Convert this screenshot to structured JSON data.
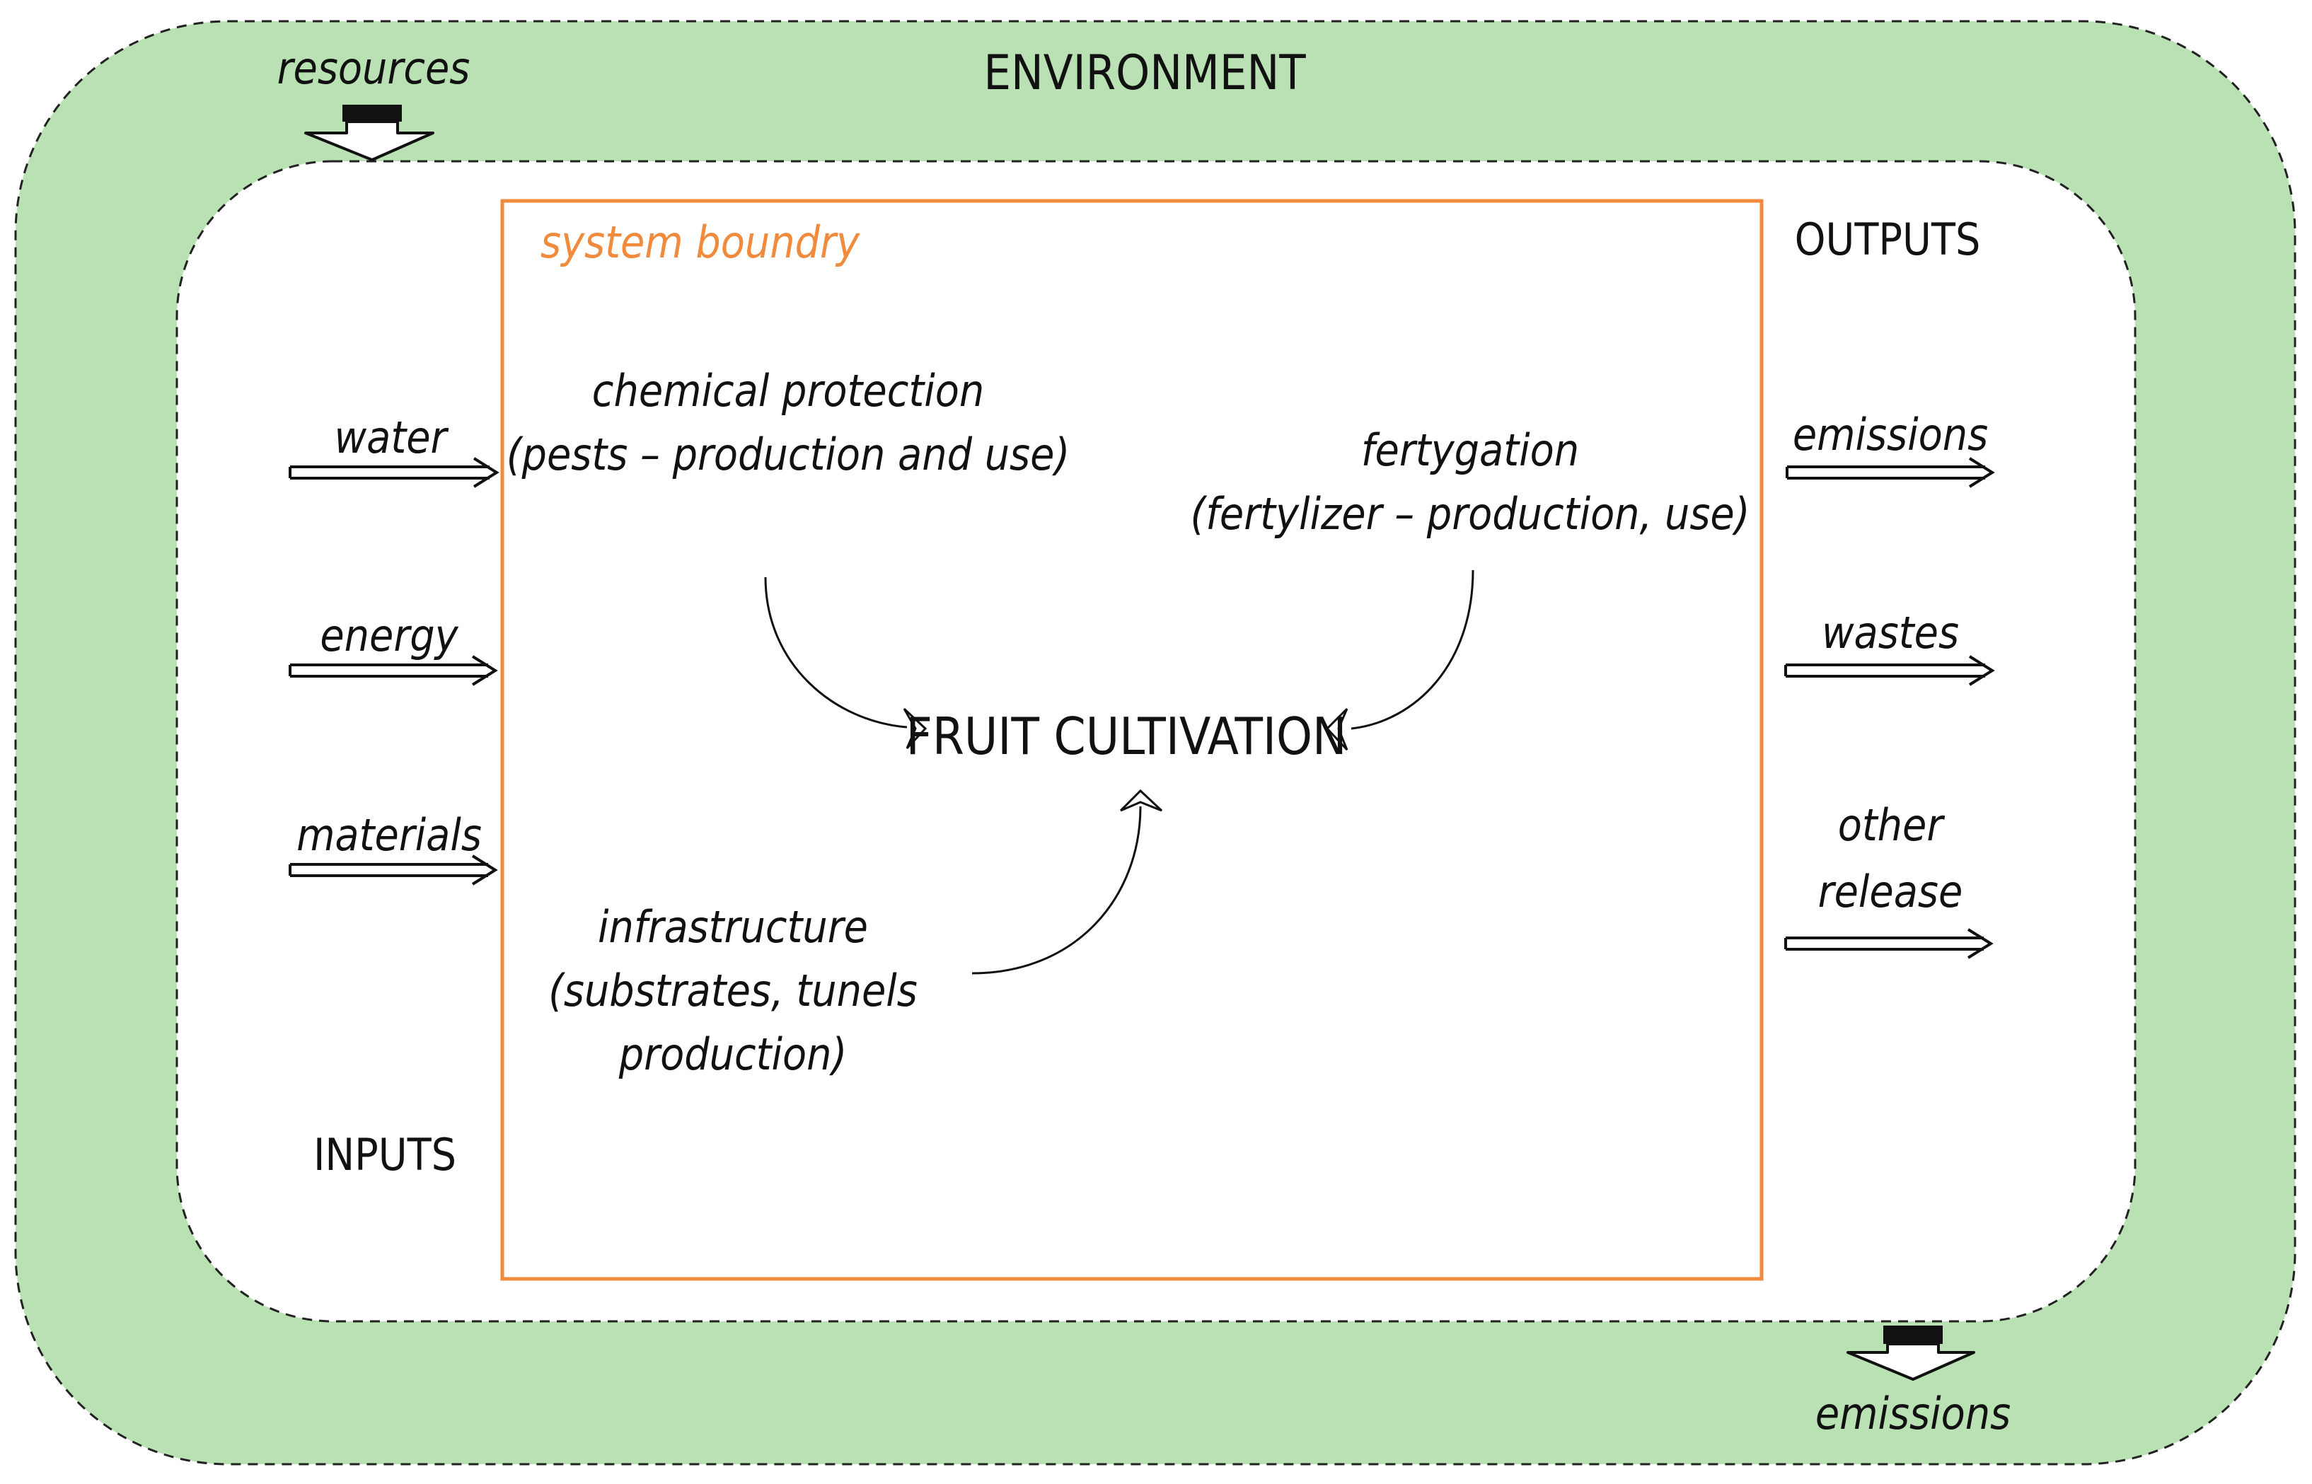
{
  "environment_title": "ENVIRONMENT",
  "resources_label": "resources",
  "bottom_emissions_label": "emissions",
  "system_boundary_label": "system boundry",
  "inputs_title": "INPUTS",
  "outputs_title": "OUTPUTS",
  "center_label": "FRUIT CULTIVATION",
  "inputs": [
    {
      "label": "water"
    },
    {
      "label": "energy"
    },
    {
      "label": "materials"
    }
  ],
  "outputs": [
    {
      "label": "emissions"
    },
    {
      "label": "wastes"
    },
    {
      "label_line1": "other",
      "label_line2": "release"
    }
  ],
  "processes": {
    "chemical": {
      "line1": "chemical protection",
      "line2": "(pests – production and use)"
    },
    "fertygation": {
      "line1": "fertygation",
      "line2": "(fertylizer – production, use)"
    },
    "infrastructure": {
      "line1": "infrastructure",
      "line2": "(substrates, tunels",
      "line3": "production)"
    }
  },
  "colors": {
    "environment_fill": "#b9e1b3",
    "boundary_stroke": "#f08a3c",
    "boundary_label": "#f08a3c",
    "line": "#111111"
  }
}
